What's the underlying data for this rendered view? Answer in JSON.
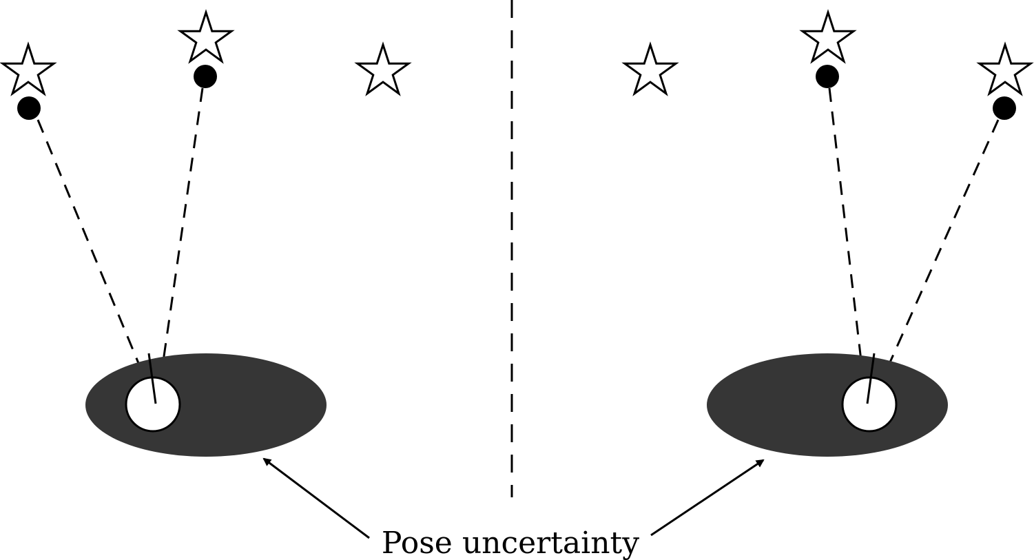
{
  "annotation": {
    "label": "Pose uncertainty"
  },
  "colors": {
    "background": "#ffffff",
    "stroke": "#000000",
    "uncertainty_fill": "#363636",
    "robot_fill": "#ffffff",
    "landmark_fill": "#ffffff",
    "observation_fill": "#000000"
  },
  "panels": [
    {
      "name": "left-panel",
      "landmarks": 3,
      "observations": 2
    },
    {
      "name": "right-panel",
      "landmarks": 3,
      "observations": 2
    }
  ]
}
